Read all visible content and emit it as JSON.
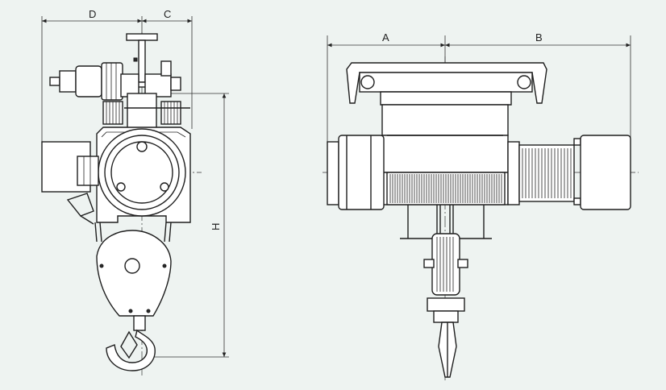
{
  "dimensions": {
    "D": "D",
    "C": "C",
    "H": "H",
    "A": "A",
    "B": "B"
  },
  "colors": {
    "background": "#eef3f1",
    "line": "#1e1e1e",
    "fill": "#ffffff"
  }
}
